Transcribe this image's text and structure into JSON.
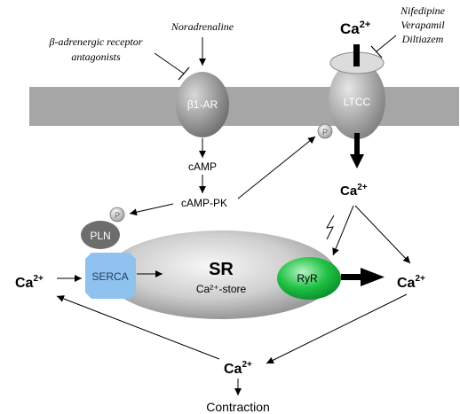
{
  "labels": {
    "noradrenaline": "Noradrenaline",
    "antagonists_line1": "β-adrenergic receptor",
    "antagonists_line2": "antagonists",
    "blockers_line1": "Nifedipine",
    "blockers_line2": "Verapamil",
    "blockers_line3": "Diltiazem",
    "b1ar": "β1-AR",
    "ltcc": "LTCC",
    "camp": "cAMP",
    "camp_pk": "cAMP-PK",
    "pln": "PLN",
    "serca": "SERCA",
    "sr": "SR",
    "sr_store": "Ca²⁺-store",
    "ryr": "RyR",
    "phospho": "P",
    "ca_top_base": "Ca",
    "ca_top_sup": "2+",
    "ca_mid_base": "Ca",
    "ca_mid_sup": "2+",
    "ca_left_base": "Ca",
    "ca_left_sup": "2+",
    "ca_right_base": "Ca",
    "ca_right_sup": "2+",
    "ca_bottom_base": "Ca",
    "ca_bottom_sup": "2+",
    "contraction": "Contraction"
  },
  "colors": {
    "membrane": "#a6a6a6",
    "protein_gray": "#8f8f8f",
    "sr_center": "#f2f2f2",
    "sr_edge": "#8c8c8c",
    "serca": "#8fc2ef",
    "ryr_green": "#13b53a",
    "pln": "#6d6d6d",
    "arrow": "#000000"
  }
}
